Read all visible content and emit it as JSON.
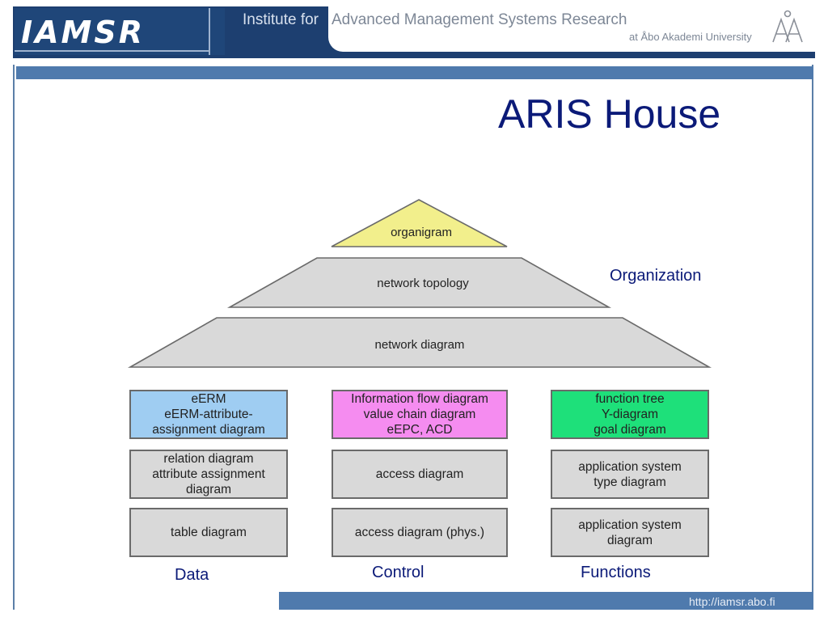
{
  "header": {
    "logo": "IAMSR",
    "institute_prefix": "Institute for",
    "institute_rest": "Advanced Management Systems Research",
    "institute_sub": "at Åbo Akademi University"
  },
  "slide": {
    "title": "ARIS House"
  },
  "house": {
    "roof": [
      "organigram",
      "network topology",
      "network diagram"
    ],
    "organization_label": "Organization",
    "columns": [
      {
        "label": "Data",
        "boxes": [
          {
            "text": "eERM\neERM-attribute-\nassignment diagram",
            "color": "#9fcdf2"
          },
          {
            "text": "relation diagram\nattribute assignment\ndiagram",
            "color": "#d9d9d9"
          },
          {
            "text": "table diagram",
            "color": "#d9d9d9"
          }
        ]
      },
      {
        "label": "Control",
        "boxes": [
          {
            "text": "Information flow diagram\nvalue chain diagram\neEPC, ACD",
            "color": "#f58cf0"
          },
          {
            "text": "access diagram",
            "color": "#d9d9d9"
          },
          {
            "text": "access diagram (phys.)",
            "color": "#d9d9d9"
          }
        ]
      },
      {
        "label": "Functions",
        "boxes": [
          {
            "text": "function tree\nY-diagram\ngoal diagram",
            "color": "#1ee07a"
          },
          {
            "text": "application system\ntype diagram",
            "color": "#d9d9d9"
          },
          {
            "text": "application system\ndiagram",
            "color": "#d9d9d9"
          }
        ]
      }
    ]
  },
  "colors": {
    "roof_top": "#f2ef8c",
    "roof_gray": "#d9d9d9"
  },
  "footer": {
    "url": "http://iamsr.abo.fi"
  }
}
